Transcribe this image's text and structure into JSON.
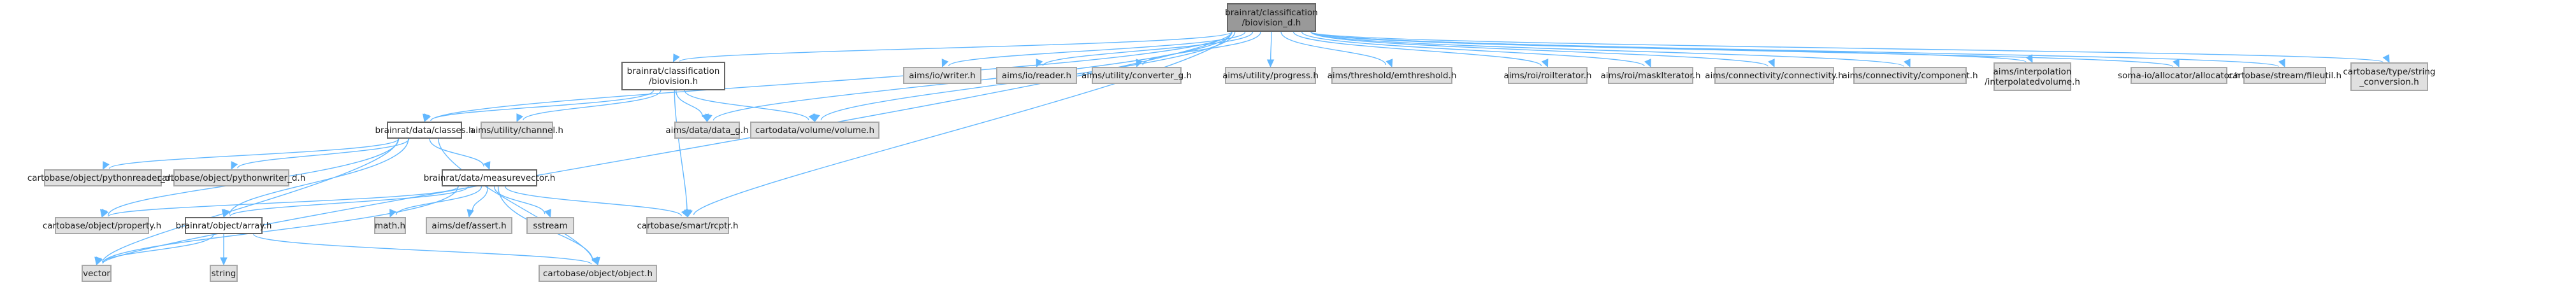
{
  "title": "brainrat/classification/biovision_d.h include dependency graph",
  "colors": {
    "edge": "#63b8ff",
    "root_fill": "#999999",
    "local_fill": "#ffffff",
    "external_fill": "#e0e0e0"
  },
  "nodes": [
    {
      "id": "biovision_d",
      "label": "brainrat/classification\n/biovision_d.h",
      "kind": "root"
    },
    {
      "id": "biovision",
      "label": "brainrat/classification\n/biovision.h",
      "kind": "local"
    },
    {
      "id": "classes",
      "label": "brainrat/data/classes.h",
      "kind": "local"
    },
    {
      "id": "channel",
      "label": "aims/utility/channel.h",
      "kind": "ext"
    },
    {
      "id": "data_g",
      "label": "aims/data/data_g.h",
      "kind": "ext"
    },
    {
      "id": "volume",
      "label": "cartodata/volume/volume.h",
      "kind": "ext"
    },
    {
      "id": "pyreader",
      "label": "cartobase/object/pythonreader_d.h",
      "kind": "ext"
    },
    {
      "id": "pywriter",
      "label": "cartobase/object/pythonwriter_d.h",
      "kind": "ext"
    },
    {
      "id": "measurevector",
      "label": "brainrat/data/measurevector.h",
      "kind": "local"
    },
    {
      "id": "property",
      "label": "cartobase/object/property.h",
      "kind": "ext"
    },
    {
      "id": "array",
      "label": "brainrat/object/array.h",
      "kind": "local"
    },
    {
      "id": "math",
      "label": "math.h",
      "kind": "ext"
    },
    {
      "id": "assert",
      "label": "aims/def/assert.h",
      "kind": "ext"
    },
    {
      "id": "sstream",
      "label": "sstream",
      "kind": "ext"
    },
    {
      "id": "rcptr",
      "label": "cartobase/smart/rcptr.h",
      "kind": "ext"
    },
    {
      "id": "object",
      "label": "cartobase/object/object.h",
      "kind": "ext"
    },
    {
      "id": "vector",
      "label": "vector",
      "kind": "ext"
    },
    {
      "id": "string",
      "label": "string",
      "kind": "ext"
    },
    {
      "id": "writer",
      "label": "aims/io/writer.h",
      "kind": "ext"
    },
    {
      "id": "reader",
      "label": "aims/io/reader.h",
      "kind": "ext"
    },
    {
      "id": "converter_g",
      "label": "aims/utility/converter_g.h",
      "kind": "ext"
    },
    {
      "id": "progress",
      "label": "aims/utility/progress.h",
      "kind": "ext"
    },
    {
      "id": "emthreshold",
      "label": "aims/threshold/emthreshold.h",
      "kind": "ext"
    },
    {
      "id": "roiIterator",
      "label": "aims/roi/roiIterator.h",
      "kind": "ext"
    },
    {
      "id": "maskIterator",
      "label": "aims/roi/maskIterator.h",
      "kind": "ext"
    },
    {
      "id": "connectivity",
      "label": "aims/connectivity/connectivity.h",
      "kind": "ext"
    },
    {
      "id": "component",
      "label": "aims/connectivity/component.h",
      "kind": "ext"
    },
    {
      "id": "interpolatedvolume",
      "label": "aims/interpolation\n/interpolatedvolume.h",
      "kind": "ext"
    },
    {
      "id": "allocator",
      "label": "soma-io/allocator/allocator.h",
      "kind": "ext"
    },
    {
      "id": "fileutil",
      "label": "cartobase/stream/fileutil.h",
      "kind": "ext"
    },
    {
      "id": "string_conversion",
      "label": "cartobase/type/string\n_conversion.h",
      "kind": "ext"
    }
  ],
  "edges": [
    [
      "biovision_d",
      "biovision"
    ],
    [
      "biovision_d",
      "classes"
    ],
    [
      "biovision_d",
      "data_g"
    ],
    [
      "biovision_d",
      "volume"
    ],
    [
      "biovision_d",
      "rcptr"
    ],
    [
      "biovision_d",
      "vector"
    ],
    [
      "biovision_d",
      "writer"
    ],
    [
      "biovision_d",
      "reader"
    ],
    [
      "biovision_d",
      "converter_g"
    ],
    [
      "biovision_d",
      "progress"
    ],
    [
      "biovision_d",
      "emthreshold"
    ],
    [
      "biovision_d",
      "roiIterator"
    ],
    [
      "biovision_d",
      "maskIterator"
    ],
    [
      "biovision_d",
      "connectivity"
    ],
    [
      "biovision_d",
      "component"
    ],
    [
      "biovision_d",
      "interpolatedvolume"
    ],
    [
      "biovision_d",
      "allocator"
    ],
    [
      "biovision_d",
      "fileutil"
    ],
    [
      "biovision_d",
      "string_conversion"
    ],
    [
      "biovision",
      "classes"
    ],
    [
      "biovision",
      "channel"
    ],
    [
      "biovision",
      "data_g"
    ],
    [
      "biovision",
      "volume"
    ],
    [
      "biovision",
      "rcptr"
    ],
    [
      "classes",
      "pyreader"
    ],
    [
      "classes",
      "pywriter"
    ],
    [
      "classes",
      "measurevector"
    ],
    [
      "classes",
      "property"
    ],
    [
      "classes",
      "array"
    ],
    [
      "classes",
      "vector"
    ],
    [
      "classes",
      "object"
    ],
    [
      "measurevector",
      "property"
    ],
    [
      "measurevector",
      "array"
    ],
    [
      "measurevector",
      "math"
    ],
    [
      "measurevector",
      "assert"
    ],
    [
      "measurevector",
      "sstream"
    ],
    [
      "measurevector",
      "object"
    ],
    [
      "measurevector",
      "rcptr"
    ],
    [
      "measurevector",
      "vector"
    ],
    [
      "array",
      "vector"
    ],
    [
      "array",
      "string"
    ],
    [
      "array",
      "object"
    ]
  ]
}
